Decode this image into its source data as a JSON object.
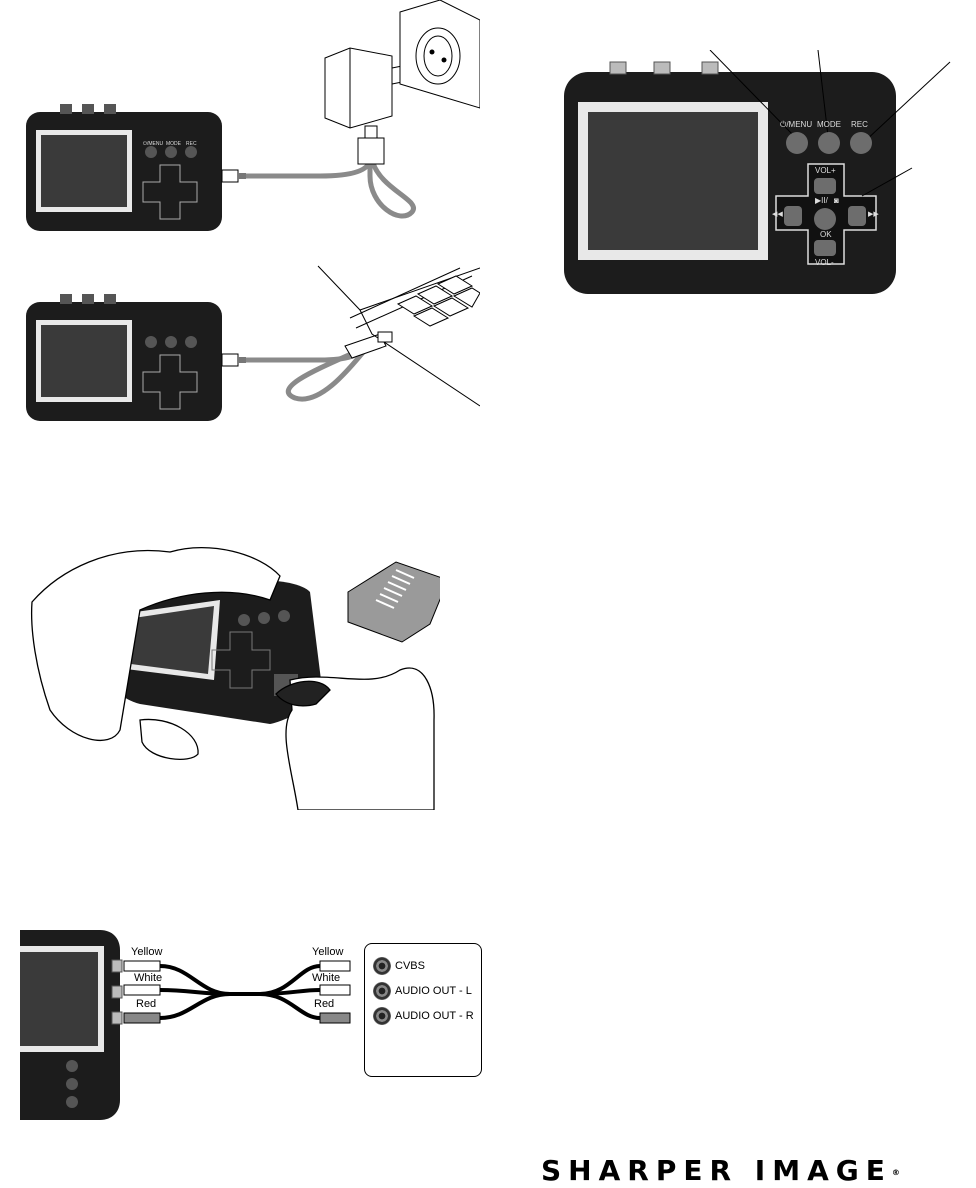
{
  "device": {
    "menu_label": "⏻/MENU",
    "mode_label": "MODE",
    "rec_label": "REC",
    "vol_up": "VOL+",
    "vol_down": "VOL-",
    "play_label": "▶II/",
    "ok_label": "OK",
    "prev_symbol": "◀◀",
    "next_symbol": "▶▶"
  },
  "cable_labels": {
    "left": [
      "Yellow",
      "White",
      "Red"
    ],
    "right": [
      "Yellow",
      "White",
      "Red"
    ]
  },
  "output_legend": [
    "CVBS",
    "AUDIO OUT - L",
    "AUDIO OUT - R"
  ],
  "brand": {
    "name": "SHARPER IMAGE",
    "mark": "®"
  },
  "colors": {
    "device_body": "#1c1c1c",
    "screen_frame": "#e8e8e8",
    "screen": "#3a3a3a",
    "button": "#6d6d6d",
    "cable": "#8a8a8a"
  }
}
